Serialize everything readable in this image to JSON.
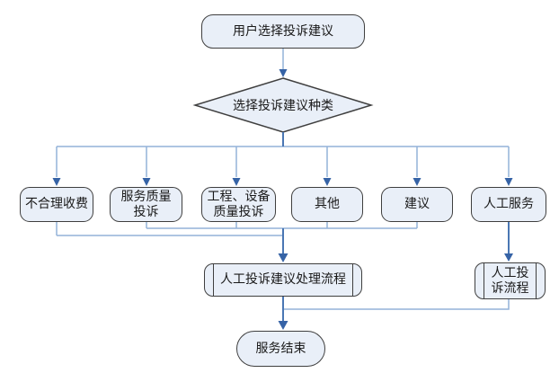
{
  "diagram": {
    "type": "flowchart",
    "colors": {
      "fill": "#e9eff8",
      "border": "#3f3f3f",
      "line-light": "#93b2d9",
      "line-mid": "#4a77b4",
      "arrow": "#3663a6",
      "text": "#1a1a1a"
    },
    "nodes": {
      "start": {
        "shape": "terminator",
        "label": "用户选择投诉建议"
      },
      "decision": {
        "shape": "decision",
        "label": "选择投诉建议种类"
      },
      "branch1": {
        "shape": "rounded-box",
        "label": "不合理收费"
      },
      "branch2": {
        "shape": "rounded-box",
        "label": "服务质量\n投诉"
      },
      "branch3": {
        "shape": "rounded-box",
        "label": "工程、设备\n质量投诉"
      },
      "branch4": {
        "shape": "rounded-box",
        "label": "其他"
      },
      "branch5": {
        "shape": "rounded-box",
        "label": "建议"
      },
      "branch6": {
        "shape": "rounded-box",
        "label": "人工服务"
      },
      "process_main": {
        "shape": "predefined-process",
        "label": "人工投诉建议处理流程"
      },
      "process_right": {
        "shape": "predefined-process",
        "label": "人工投\n诉流程"
      },
      "end": {
        "shape": "terminator",
        "label": "服务结束"
      }
    },
    "edges": [
      {
        "from": "用户选择投诉建议",
        "to": "选择投诉建议种类"
      },
      {
        "from": "选择投诉建议种类",
        "to": "不合理收费"
      },
      {
        "from": "选择投诉建议种类",
        "to": "服务质量投诉"
      },
      {
        "from": "选择投诉建议种类",
        "to": "工程、设备质量投诉"
      },
      {
        "from": "选择投诉建议种类",
        "to": "其他"
      },
      {
        "from": "选择投诉建议种类",
        "to": "建议"
      },
      {
        "from": "选择投诉建议种类",
        "to": "人工服务"
      },
      {
        "from": "不合理收费",
        "to": "人工投诉建议处理流程"
      },
      {
        "from": "服务质量投诉",
        "to": "人工投诉建议处理流程"
      },
      {
        "from": "工程、设备质量投诉",
        "to": "人工投诉建议处理流程"
      },
      {
        "from": "其他",
        "to": "人工投诉建议处理流程"
      },
      {
        "from": "建议",
        "to": "人工投诉建议处理流程"
      },
      {
        "from": "人工服务",
        "to": "人工投诉流程"
      },
      {
        "from": "人工投诉建议处理流程",
        "to": "服务结束"
      },
      {
        "from": "人工投诉流程",
        "to": "服务结束"
      }
    ]
  }
}
